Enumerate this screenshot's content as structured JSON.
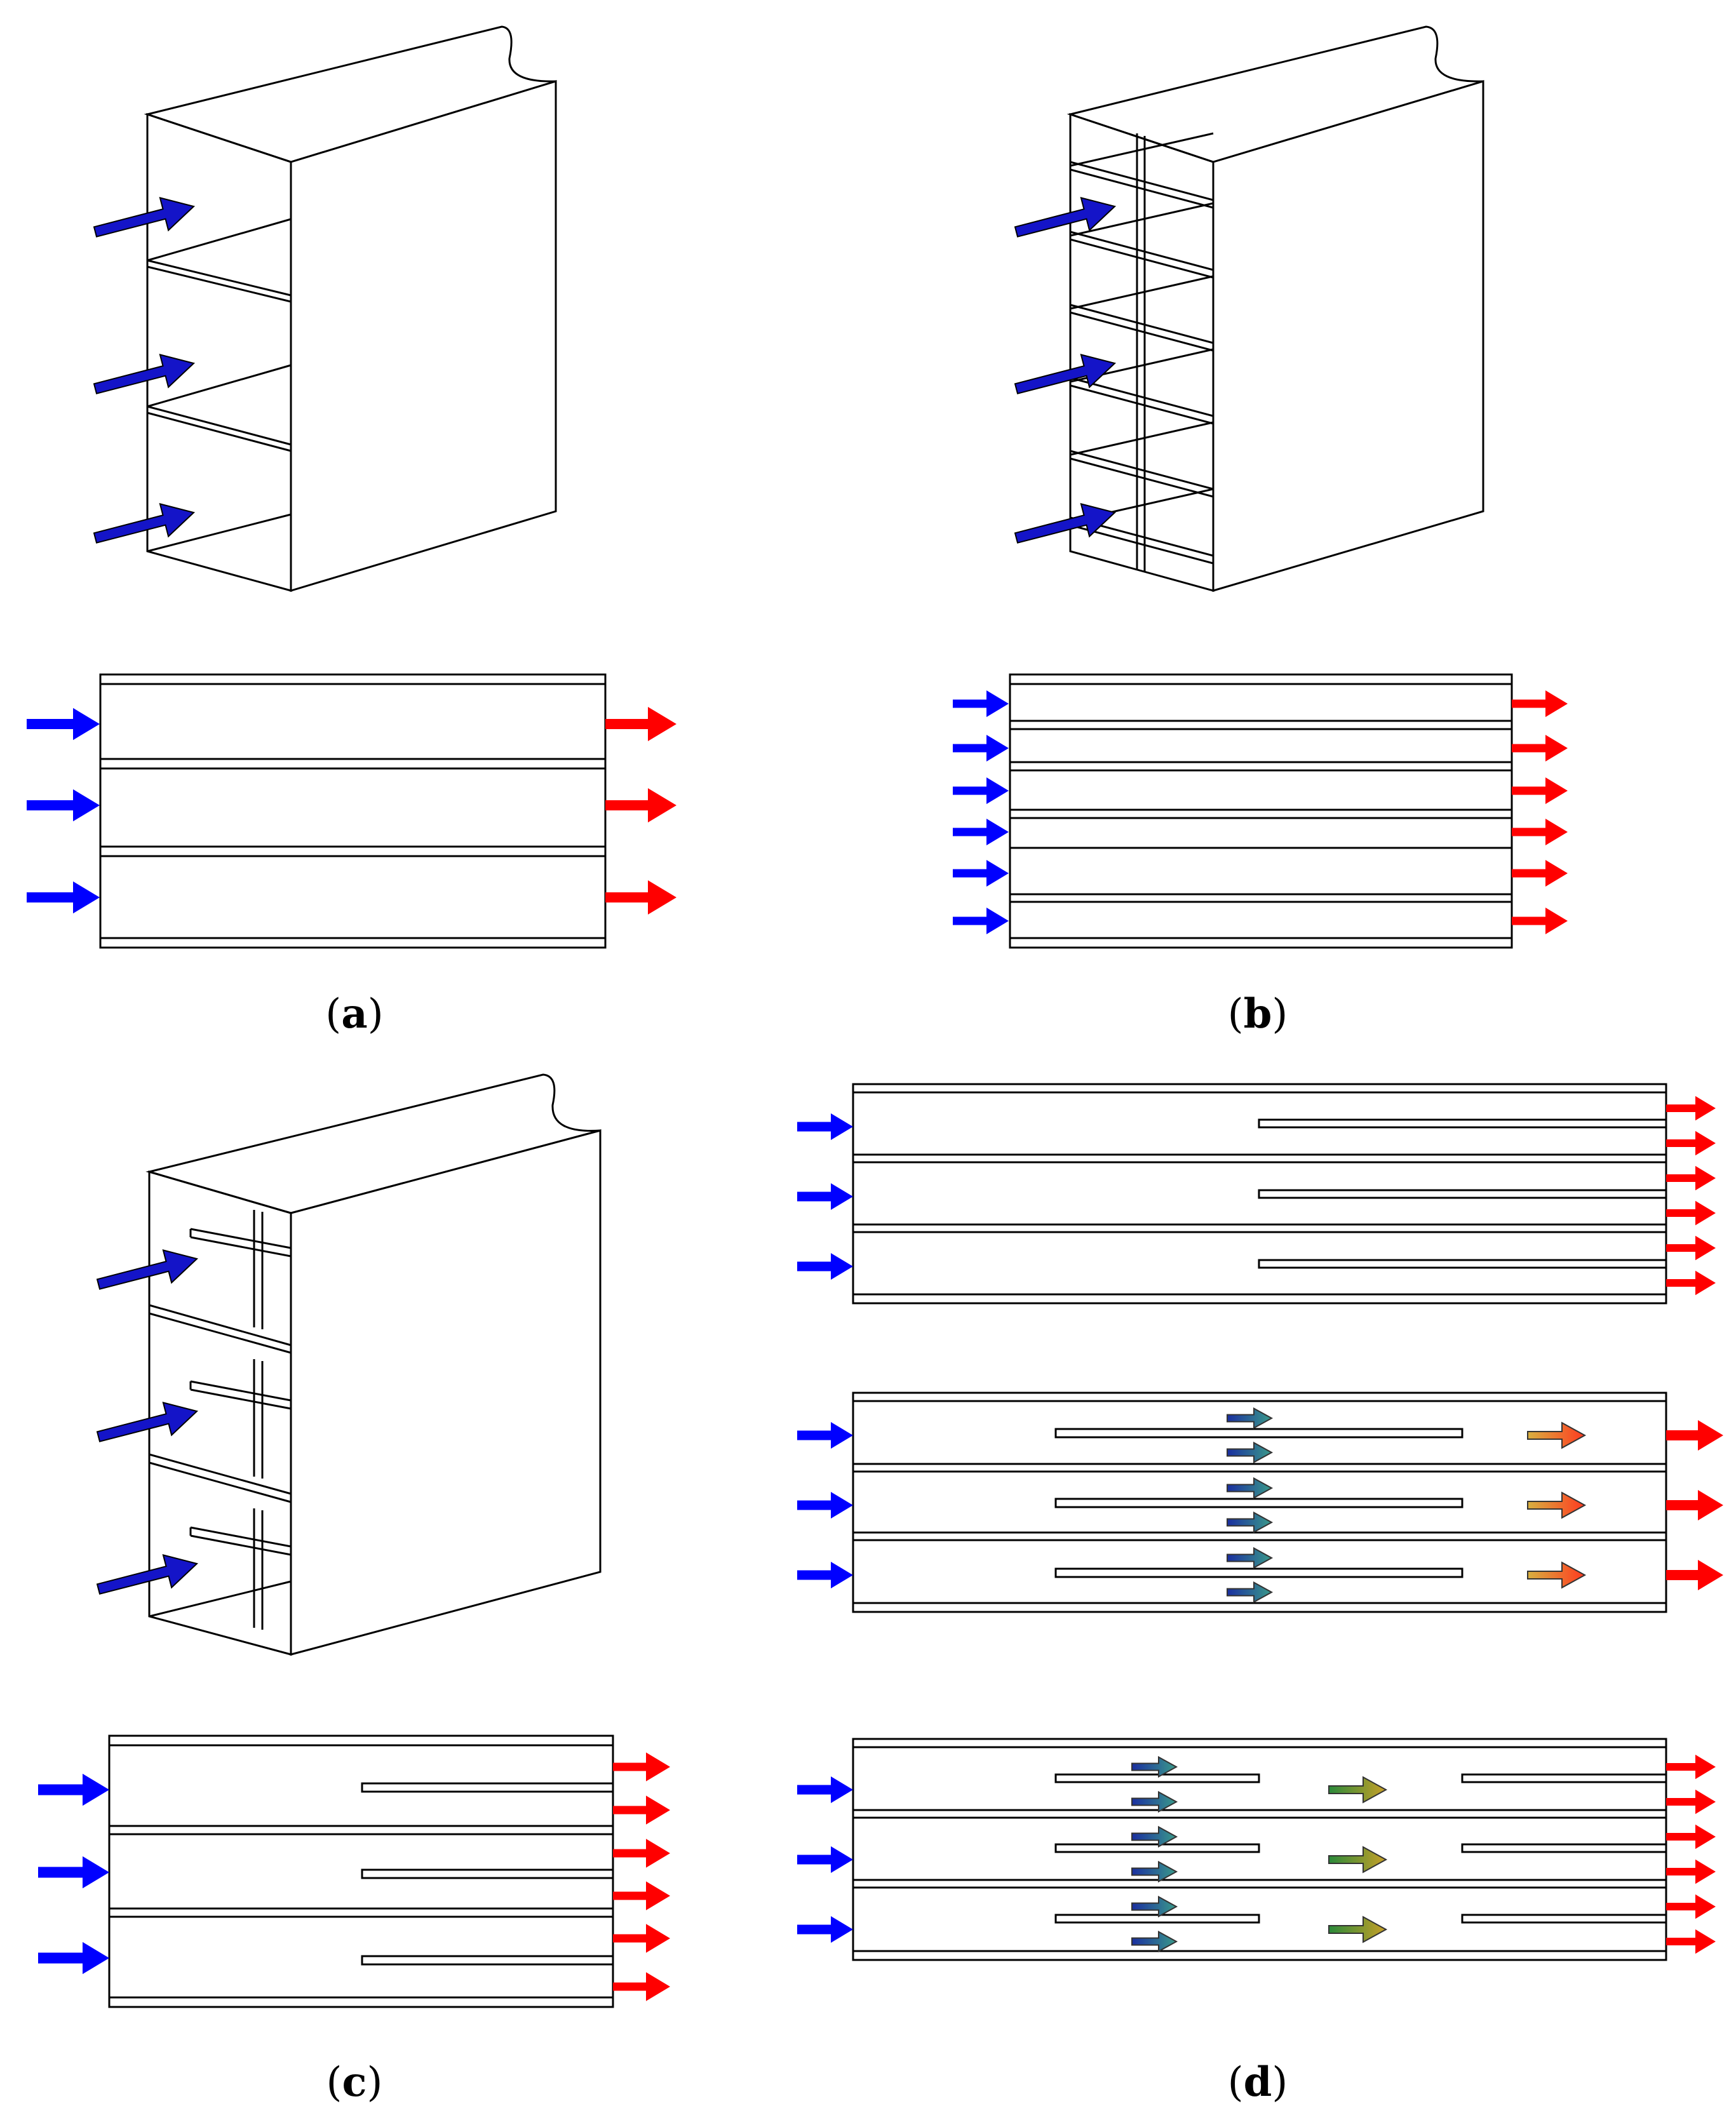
{
  "captions": {
    "a": "a",
    "b": "b",
    "c": "c",
    "d": "d"
  },
  "colors": {
    "inlet": "#0000ff",
    "inlet_3d": "#1414c8",
    "outlet": "#ff0000",
    "line": "#000000",
    "mid_arrow_start": "#1a2fa0",
    "mid_arrow_end": "#2f8f7a",
    "mid2_arrow_start": "#2e8b2e",
    "mid2_arrow_end": "#c8a020",
    "late_arrow_start": "#d8a040",
    "late_arrow_end": "#ff3020"
  },
  "panels": {
    "a": {
      "channels": 3,
      "columns": 1,
      "split_fins": false
    },
    "b": {
      "channels": 6,
      "columns": 2,
      "split_fins": false
    },
    "c": {
      "channels": 3,
      "columns": 2,
      "split_fins": true
    },
    "d": {
      "variants": 3
    }
  }
}
